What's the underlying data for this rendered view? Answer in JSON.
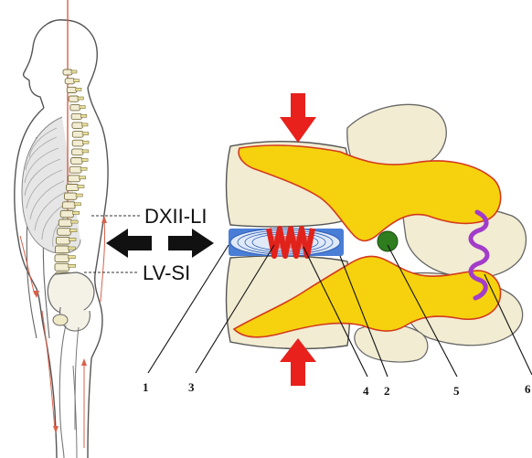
{
  "labels": {
    "upper_level": "DXII-LI",
    "lower_level": "LV-SI"
  },
  "callouts": [
    "1",
    "3",
    "4",
    "2",
    "5",
    "6"
  ],
  "colors": {
    "arrow_red": "#e8211c",
    "arrow_black": "#111111",
    "bone_fill": "#f1ecd2",
    "marrow_yellow": "#f5d20d",
    "disc_blue": "#4a7ed6",
    "nucleus_red": "#e0221b",
    "nerve_green": "#2e7d1e",
    "vessel_purple": "#a23cc9",
    "spine_line": "#d9604a"
  },
  "icons": [
    "compression-arrow-top",
    "compression-arrow-bottom",
    "double-arrow-left",
    "double-arrow-right"
  ]
}
